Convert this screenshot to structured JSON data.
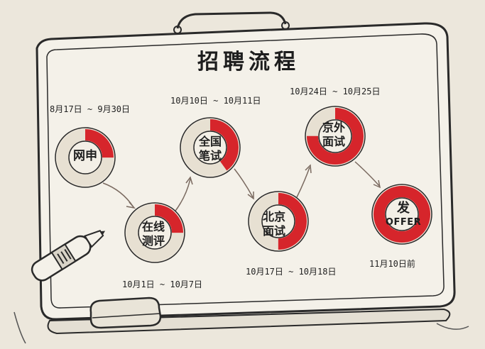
{
  "title": "招聘流程",
  "steps": [
    {
      "label": "网申",
      "date": "8月17日 ~ 9月30日",
      "progress": 0.25
    },
    {
      "label": "在线测评",
      "date": "10月1日 ~ 10月7日",
      "progress": 0.25
    },
    {
      "label": "全国笔试",
      "date": "10月10日 ~ 10月11日",
      "progress": 0.4
    },
    {
      "label": "北京面试",
      "date": "10月17日 ~ 10月18日",
      "progress": 0.5
    },
    {
      "label": "京外面试",
      "date": "10月24日 ~ 10月25日",
      "progress": 0.75
    },
    {
      "label": "发OFFER",
      "date": "11月10日前",
      "progress": 1.0
    }
  ],
  "colors": {
    "red": "#d6252b",
    "ink": "#2a2a2a",
    "paper": "#f3efe6",
    "ring_bg": "#eee8dc"
  },
  "icons": [
    "marker-pen-icon",
    "eraser-icon"
  ]
}
